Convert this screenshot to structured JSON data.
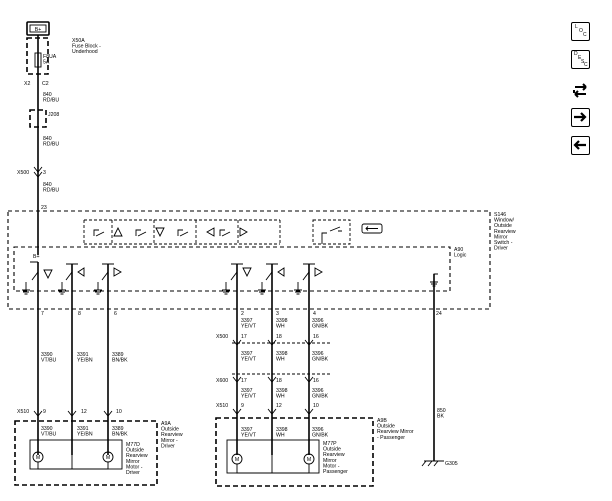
{
  "source": {
    "label": "B+",
    "fuse_block": "X50A\nFuse Block -\nUnderhood",
    "fuse": "F8UA\n5A",
    "pin_x2": "X2",
    "pin_c2": "C2"
  },
  "wire_top": {
    "a": "840\nRD/BU",
    "b": "840\nRD/BU",
    "c": "840\nRD/BU"
  },
  "splice": "J208",
  "conn_x500_top": {
    "label": "X500",
    "pin": "3"
  },
  "switch_pin_23": "23",
  "switch_module": {
    "title": "S146\nWindow/\nOutside\nRearview\nMirror\nSwitch -\nDriver",
    "logic": "A90\nLogic",
    "bplus": "B+"
  },
  "driver_pins": [
    "7",
    "8",
    "6"
  ],
  "driver_wires": [
    "3390\nVT/BU",
    "3391\nYE/BN",
    "3389\nBN/BK"
  ],
  "pass_pins": [
    "2",
    "3",
    "4"
  ],
  "pass_wires_1": [
    "3397\nYE/VT",
    "3398\nWH",
    "3396\nGN/BK"
  ],
  "ground_pin": "24",
  "x500": {
    "label": "X500",
    "pins": [
      "17",
      "18",
      "16"
    ]
  },
  "pass_wires_2": [
    "3397\nYE/VT",
    "3398\nWH",
    "3396\nGN/BK"
  ],
  "x600": {
    "label": "X600",
    "pins": [
      "17",
      "18",
      "16"
    ]
  },
  "pass_wires_3": [
    "3397\nYE/VT",
    "3398\nWH",
    "3396\nGN/BK"
  ],
  "x510_left": {
    "label": "X510",
    "pins": [
      "9",
      "12",
      "10"
    ]
  },
  "x510_right": {
    "label": "X510",
    "pins": [
      "9",
      "12",
      "10"
    ]
  },
  "driver_mirror": {
    "wires": [
      "3390\nVT/BU",
      "3391\nYE/BN",
      "3389\nBN/BK"
    ],
    "assembly": "A9A\nOutside\nRearview\nMirror -\nDriver",
    "motor": "M77D\nOutside\nRearview\nMirror\nMotor -\nDriver"
  },
  "pass_mirror": {
    "wires": [
      "3397\nYE/VT",
      "3398\nWH",
      "3396\nGN/BK"
    ],
    "assembly": "A9B\nOutside\nRearview Mirror\n- Passenger",
    "motor": "M77P\nOutside\nRearview\nMirror\nMotor -\nPassenger"
  },
  "ground_wire": "850\nBK",
  "ground_label": "G305",
  "motor_symbol": "M",
  "sidebar": {
    "btn1": {
      "icon": "location-code-icon",
      "letters": [
        "L",
        "O",
        "C"
      ]
    },
    "btn2": {
      "icon": "description-icon",
      "letters": [
        "D",
        "E",
        "S",
        "C"
      ]
    },
    "btn3": {
      "icon": "connector-view-icon"
    },
    "btn4": {
      "icon": "arrow-right-icon"
    },
    "btn5": {
      "icon": "arrow-left-icon"
    }
  }
}
